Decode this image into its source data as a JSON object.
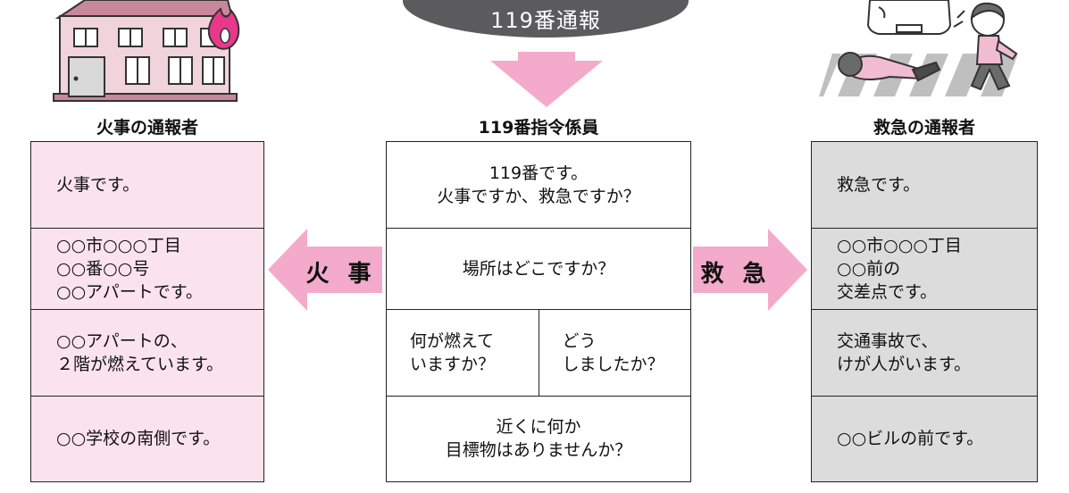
{
  "header": {
    "center_pill": "119番通報"
  },
  "captions": {
    "left": "火事の通報者",
    "center": "119番指令係員",
    "right": "救急の通報者"
  },
  "arrows": {
    "left_label": "火 事",
    "right_label": "救 急"
  },
  "colors": {
    "pink": "#f4aacb",
    "pink_light": "#fbe3ee",
    "gray_box": "#dcdcdc",
    "pill": "#5b5b5d"
  },
  "left_column": [
    {
      "lines": [
        "火事です。"
      ]
    },
    {
      "lines": [
        "○○市○○○丁目",
        "○○番○○号",
        "○○アパートです。"
      ]
    },
    {
      "lines": [
        "○○アパートの、",
        "２階が燃えています。"
      ]
    },
    {
      "lines": [
        "○○学校の南側です。"
      ]
    }
  ],
  "center_column": [
    {
      "lines": [
        "119番です。",
        "火事ですか、救急ですか？"
      ]
    },
    {
      "lines": [
        "場所はどこですか？"
      ]
    },
    {
      "left_lines": [
        "何が燃えて",
        "いますか？"
      ],
      "right_lines": [
        "どう",
        "しましたか？"
      ]
    },
    {
      "lines": [
        "近くに何か",
        "目標物はありませんか？"
      ]
    }
  ],
  "right_column": [
    {
      "lines": [
        "救急です。"
      ]
    },
    {
      "lines": [
        "○○市○○○丁目",
        "○○前の",
        "交差点です。"
      ]
    },
    {
      "lines": [
        "交通事故で、",
        "けが人がいます。"
      ]
    },
    {
      "lines": [
        "○○ビルの前です。"
      ]
    }
  ]
}
